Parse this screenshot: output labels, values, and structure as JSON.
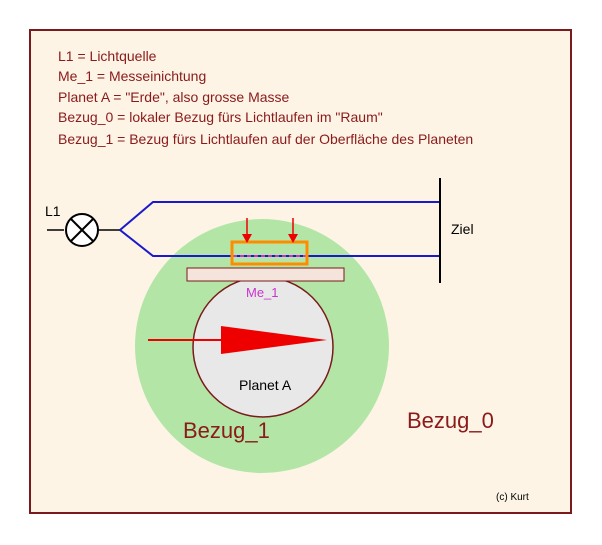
{
  "legend": [
    "L1 = Lichtquelle",
    "Me_1  = Messeinichtung",
    "Planet A   = \"Erde\", also grosse Masse",
    "Bezug_0  = lokaler Bezug fürs Lichtlaufen im \"Raum\"",
    "Bezug_1  = Bezug fürs Lichtlaufen auf der Oberfläche des Planeten"
  ],
  "labels": {
    "source": "L1",
    "target": "Ziel",
    "device": "Me_1",
    "planet": "Planet A",
    "frame1": "Bezug_1",
    "frame0": "Bezug_0",
    "copyright": "(c)  Kurt"
  },
  "colors": {
    "background": "#fdf4e6",
    "border": "#7a1a1a",
    "text": "#8b1a1a",
    "green_sphere": "#b3e6a6",
    "planet_fill": "#e8e8e8",
    "light_path": "#1a1acc",
    "device_box": "#ff8c00",
    "device_label": "#cc33cc",
    "arrow": "#ee0000",
    "plate": "#f4e4dc"
  }
}
